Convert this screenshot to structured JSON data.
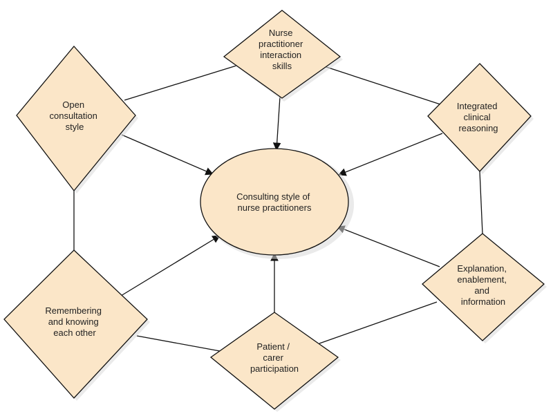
{
  "diagram": {
    "center": {
      "lines": [
        "Consulting style of",
        "nurse practitioners"
      ]
    },
    "nodes": {
      "interaction": {
        "lines": [
          "Nurse",
          "practitioner",
          "interaction",
          "skills"
        ]
      },
      "open": {
        "lines": [
          "Open",
          "consultation",
          "style"
        ]
      },
      "integrated": {
        "lines": [
          "Integrated",
          "clinical",
          "reasoning"
        ]
      },
      "explanation": {
        "lines": [
          "Explanation,",
          "enablement,",
          "and",
          "information"
        ]
      },
      "remembering": {
        "lines": [
          "Remembering",
          "and knowing",
          "each other"
        ]
      },
      "participation": {
        "lines": [
          "Patient /",
          "carer",
          "participation"
        ]
      }
    },
    "colors": {
      "fill": "#fbe6c8",
      "stroke": "#111111"
    }
  }
}
